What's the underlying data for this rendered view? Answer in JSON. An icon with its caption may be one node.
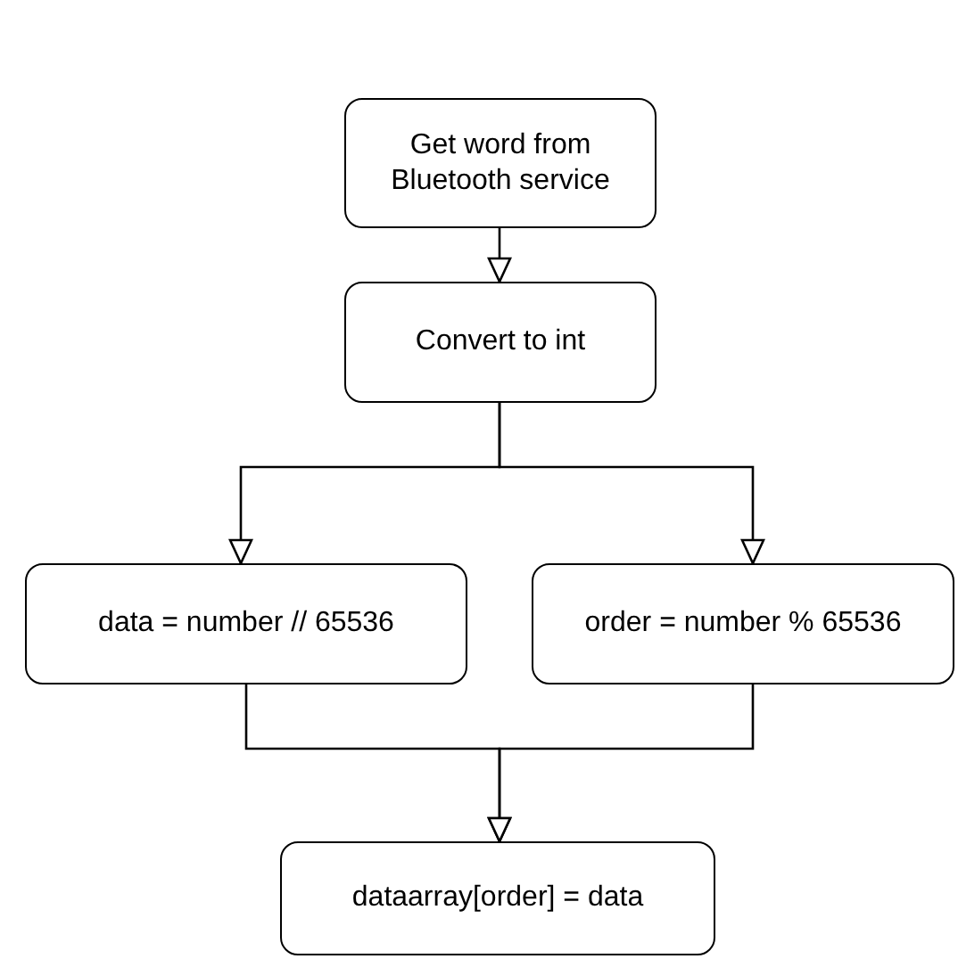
{
  "diagram": {
    "nodes": [
      {
        "text": [
          "Get word from Bluetooth service"
        ]
      },
      {
        "text": [
          "Convert to int"
        ]
      },
      {
        "text": [
          "data = number // 65536"
        ]
      },
      {
        "text": [
          "order = number % 65536"
        ]
      },
      {
        "text": [
          "dataarray[order] = data"
        ]
      }
    ],
    "edges": [
      {
        "from": 0,
        "to": 1,
        "arrow": "to"
      },
      {
        "from": 1,
        "to": 2,
        "arrow": "to"
      },
      {
        "from": 1,
        "to": 3,
        "arrow": "to"
      },
      {
        "from": 2,
        "to": 4,
        "arrow": "to"
      },
      {
        "from": 3,
        "to": 4,
        "arrow": "to"
      }
    ]
  }
}
